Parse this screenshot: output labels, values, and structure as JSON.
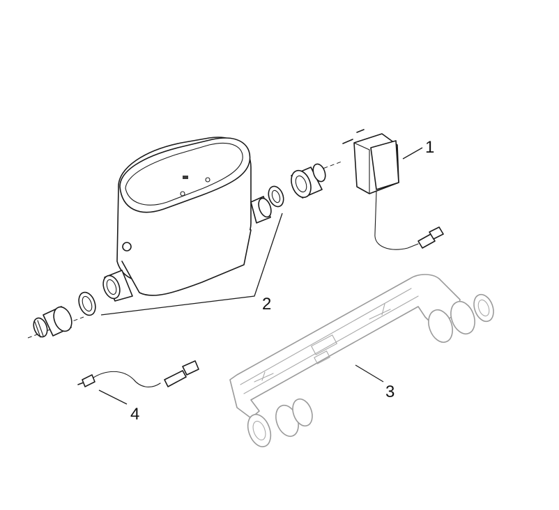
{
  "callouts": {
    "c1": "1",
    "c2": "2",
    "c3": "3",
    "c4": "4"
  },
  "colors": {
    "ink": "#1a1a1a",
    "ghost_part": "#9a9a9a",
    "background": "#ffffff"
  },
  "icons": {
    "power_adapter": "power-adapter-icon",
    "fittings": "fitting-nut-icon",
    "mounting_bracket": "mounting-bracket-icon",
    "sensor_cable": "sensor-cable-icon"
  }
}
